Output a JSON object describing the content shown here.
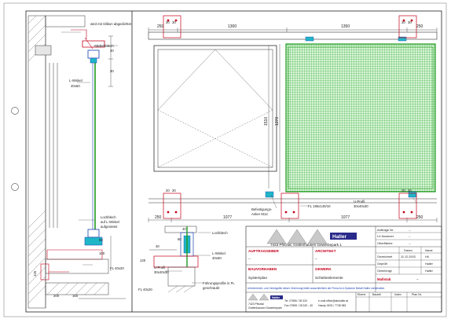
{
  "dimensions": {
    "top_left": "250",
    "top_mid": "1300",
    "top_right": "1350",
    "top_right_small": "250",
    "bottom_left": "250",
    "bottom_mid1": "1077",
    "bottom_mid2": "1077",
    "bottom_right": "250",
    "height_1510": "1510",
    "height_1370": "1370",
    "small_20": "20",
    "small_30": "30",
    "small_40": "40",
    "small_60": "60",
    "small_50": "50",
    "small_100": "100",
    "small_120": "120",
    "small_125": "125",
    "small_80": "80",
    "small_200": "200",
    "small_160": "160",
    "small_10": "10"
  },
  "section_labels": {
    "silicon_note": "wird mit Silikon abgedichtet",
    "abdeckblech": "Abdeckblech",
    "l_winkel_top": "L-Winkel",
    "l_winkel_top_size": "40x60",
    "lochblech": "Lochblech",
    "lochblech_note": "auf L-Winkel",
    "lochblech_note2": "aufgenietet",
    "fl_bottom": "FL 40x20",
    "befestigung": "Befestigungs-",
    "befestigung2": "Anker M12",
    "fl_plate": "FL 195x140/10",
    "u_profil": "U-Profil",
    "u_profil_size": "30x40x30",
    "detail_lochblech": "Lochblech",
    "detail_l_winkel": "L-Winkel",
    "detail_l_winkel_size": "40x60",
    "detail_u_profil": "U-Profil",
    "detail_u_profil_size": "30x40x30",
    "detail_fuehrung": "Führungsprofile in FL",
    "detail_fuehrung2": "geschraubt",
    "detail_fl": "FL 40x20"
  },
  "title_block": {
    "company": "Haller",
    "company_address": "7423 Pfinztal, Grafenhausen Gewerbepark 1",
    "auftragsnr_label": "Auftrags Nr.",
    "lv_nr_label": "LV-Nummer",
    "oberflaeche_label": "Oberfläche",
    "auftraggeber": "AUFTRAGGEBER",
    "architekt": "ARCHITEKT",
    "bauvorhaben": "BAUVORHABEN",
    "gewerk": "GEWERK",
    "bauvorhaben_value": "Systemplan",
    "gewerk_value": "Schiebeelemente",
    "datum_label": "Datum",
    "name_label": "Name",
    "gezeichnet": "Gezeichnet",
    "gezeichnet_date": "11.12.2003",
    "gezeichnet_name": "Hö",
    "geprueft": "Geprüft",
    "geprueft_name": "Haller",
    "genehmigt": "Genehmigt",
    "genehmigt_name": "Haller",
    "massstab": "Maßstab",
    "massstab_value": "--",
    "dash": "--",
    "note": "Urheberrecht- und Vertragsfile dieser Zeichnung bleibt ausschließlich der Firma ALU-Systeme Metall Haller vorbehalten.",
    "footer_addr1": "7423 Pfinztal",
    "footer_addr2": "Grafenhausen Gewerbepark",
    "footer_tel": "Tel. 07855 / 28 320",
    "footer_fax": "Fax 07855 / 28 320 - 40",
    "footer_mail": "e-mail office@aluhaller.at",
    "footer_handy": "Handy 0676 / 7738 983",
    "ebene": "Ebene",
    "bauteil": "Bauteil",
    "index": "Index",
    "plan_nr": "Plan Nr."
  },
  "colors": {
    "red": "#c4001a",
    "green": "#1f9a1f",
    "blue": "#1a3fb0",
    "cyan": "#1fb6c7"
  }
}
